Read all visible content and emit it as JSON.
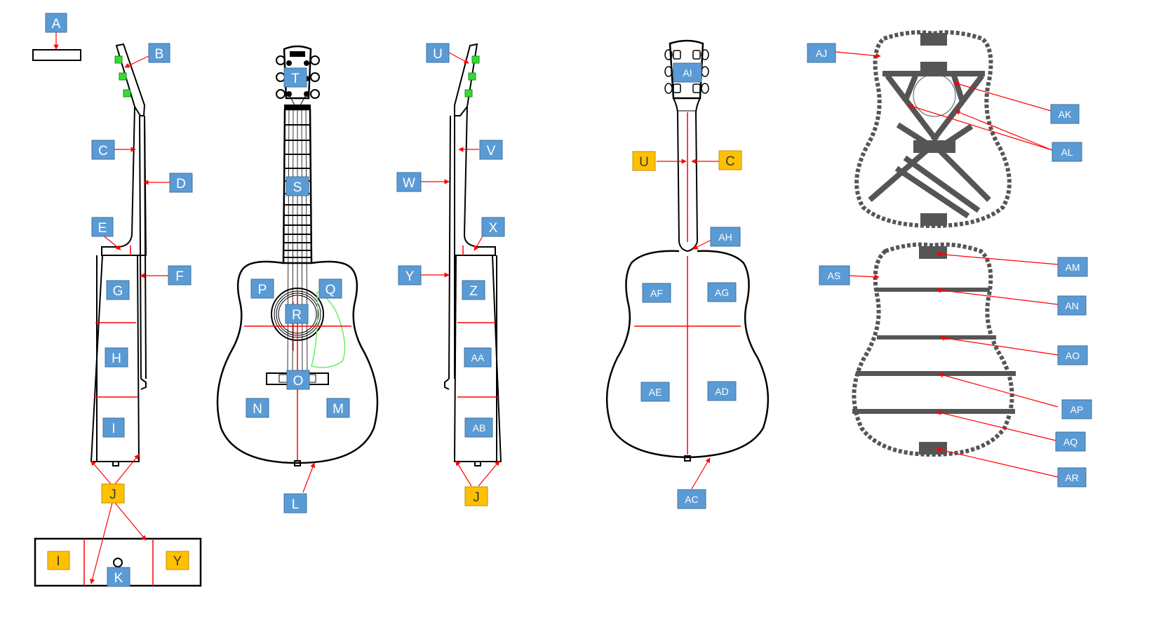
{
  "colors": {
    "label_blue": "#5b9bd5",
    "label_blue_border": "#41719c",
    "label_yellow": "#ffc000",
    "label_yellow_border": "#bf9000",
    "line": "#000000",
    "arrow": "#ff0000",
    "tuner_green": "#33dd33",
    "pickguard": "#66ee66",
    "brace_gray": "#555555"
  },
  "labels": {
    "A": "A",
    "B": "B",
    "C": "C",
    "D": "D",
    "E": "E",
    "F": "F",
    "G": "G",
    "H": "H",
    "I": "I",
    "J": "J",
    "K": "K",
    "L": "L",
    "M": "M",
    "N": "N",
    "O": "O",
    "P": "P",
    "Q": "Q",
    "R": "R",
    "S": "S",
    "T": "T",
    "U": "U",
    "V": "V",
    "W": "W",
    "X": "X",
    "Y": "Y",
    "Z": "Z",
    "AA": "AA",
    "AB": "AB",
    "AC": "AC",
    "AD": "AD",
    "AE": "AE",
    "AF": "AF",
    "AG": "AG",
    "AH": "AH",
    "AI": "AI",
    "AJ": "AJ",
    "AK": "AK",
    "AL": "AL",
    "AM": "AM",
    "AN": "AN",
    "AO": "AO",
    "AP": "AP",
    "AQ": "AQ",
    "AR": "AR",
    "AS": "AS"
  },
  "icons": [
    "guitar-side-view-left",
    "guitar-front-view",
    "guitar-side-view-right",
    "guitar-back-view",
    "x-brace-diagram",
    "ladder-brace-diagram",
    "saddle-profile",
    "end-view-box"
  ]
}
